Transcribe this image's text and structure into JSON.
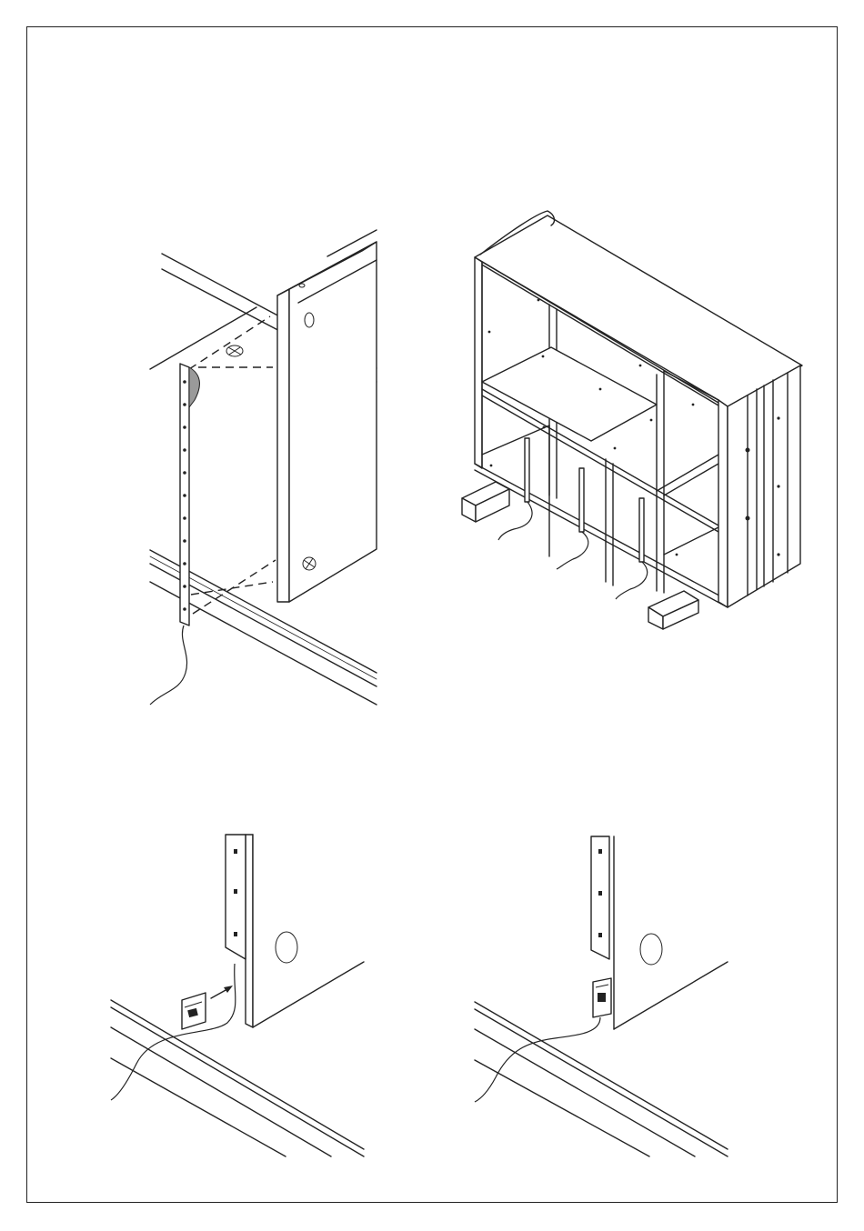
{
  "figures": [
    {
      "id": "fig-1",
      "icon": "led-strip-adhesive-attach-icon"
    },
    {
      "id": "fig-2",
      "icon": "cabinet-with-led-strips-icon"
    },
    {
      "id": "fig-3",
      "icon": "switch-insertion-icon"
    },
    {
      "id": "fig-4",
      "icon": "switch-mounted-icon"
    }
  ],
  "colors": {
    "line": "#222222",
    "shade": "#9a9a9a",
    "background": "#ffffff"
  }
}
